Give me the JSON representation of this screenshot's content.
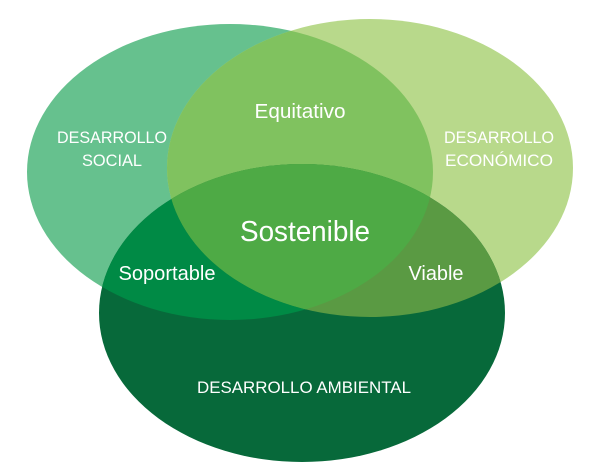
{
  "diagram": {
    "circles": {
      "social": {
        "label_line1": "DESARROLLO",
        "label_line2": "SOCIAL",
        "color": "#66c18e"
      },
      "economic": {
        "label_line1": "DESARROLLO",
        "label_line2": "ECONÓMICO",
        "color": "#b8d98b"
      },
      "environmental": {
        "label": "DESARROLLO AMBIENTAL",
        "color": "#07693a"
      }
    },
    "intersections": {
      "social_economic": {
        "label": "Equitativo",
        "color": "#80c25f"
      },
      "social_environmental": {
        "label": "Soportable",
        "color": "#008a45"
      },
      "economic_environmental": {
        "label": "Viable",
        "color": "#5a9a43"
      },
      "all": {
        "label": "Sostenible",
        "color": "#4eaa45"
      }
    }
  }
}
